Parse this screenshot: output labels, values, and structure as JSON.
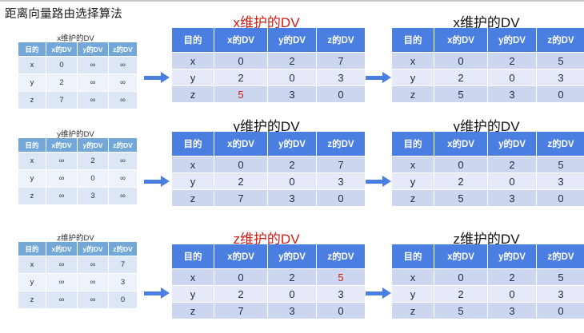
{
  "page": {
    "title": "距离向量路由选择算法"
  },
  "columns": [
    "目的",
    "x的DV",
    "y的DV",
    "z的DV"
  ],
  "row_labels": [
    "x",
    "y",
    "z"
  ],
  "colors": {
    "accent_blue": "#4a7ee0",
    "small_header_blue": "#72a7d8",
    "highlight_red": "#d31b12",
    "band_a_big": "#ccd6ef",
    "band_b_big": "#e6eaf8",
    "band_a_small": "#dce6f4",
    "band_b_small": "#eef3fb"
  },
  "icons": {
    "arrow": "right-arrow-icon",
    "infinity": "∞"
  },
  "rows": [
    {
      "id": "row-x",
      "initial": {
        "caption": "x维护的DV",
        "caption_color": "black",
        "cells": [
          [
            "x",
            "0",
            "∞",
            "∞"
          ],
          [
            "y",
            "2",
            "∞",
            "∞"
          ],
          [
            "z",
            "7",
            "∞",
            "∞"
          ]
        ]
      },
      "middle": {
        "caption": "x维护的DV",
        "caption_color": "red",
        "cells": [
          [
            "x",
            "0",
            "2",
            "7"
          ],
          [
            "y",
            "2",
            "0",
            "3"
          ],
          [
            "z",
            "5",
            "3",
            "0"
          ]
        ],
        "highlight": {
          "row": 2,
          "col": 1
        }
      },
      "final": {
        "caption": "x维护的DV",
        "caption_color": "black",
        "cells": [
          [
            "x",
            "0",
            "2",
            "5"
          ],
          [
            "y",
            "2",
            "0",
            "3"
          ],
          [
            "z",
            "5",
            "3",
            "0"
          ]
        ]
      }
    },
    {
      "id": "row-y",
      "initial": {
        "caption": "y维护的DV",
        "caption_color": "black",
        "cells": [
          [
            "x",
            "∞",
            "2",
            "∞"
          ],
          [
            "y",
            "∞",
            "0",
            "∞"
          ],
          [
            "z",
            "∞",
            "3",
            "∞"
          ]
        ]
      },
      "middle": {
        "caption": "y维护的DV",
        "caption_color": "black",
        "cells": [
          [
            "x",
            "0",
            "2",
            "7"
          ],
          [
            "y",
            "2",
            "0",
            "3"
          ],
          [
            "z",
            "7",
            "3",
            "0"
          ]
        ],
        "highlight": null
      },
      "final": {
        "caption": "y维护的DV",
        "caption_color": "black",
        "cells": [
          [
            "x",
            "0",
            "2",
            "5"
          ],
          [
            "y",
            "2",
            "0",
            "3"
          ],
          [
            "z",
            "5",
            "3",
            "0"
          ]
        ]
      }
    },
    {
      "id": "row-z",
      "initial": {
        "caption": "z维护的DV",
        "caption_color": "black",
        "cells": [
          [
            "x",
            "∞",
            "∞",
            "7"
          ],
          [
            "y",
            "∞",
            "∞",
            "3"
          ],
          [
            "z",
            "∞",
            "∞",
            "0"
          ]
        ]
      },
      "middle": {
        "caption": "z维护的DV",
        "caption_color": "red",
        "cells": [
          [
            "x",
            "0",
            "2",
            "5"
          ],
          [
            "y",
            "2",
            "0",
            "3"
          ],
          [
            "z",
            "7",
            "3",
            "0"
          ]
        ],
        "highlight": {
          "row": 0,
          "col": 3
        }
      },
      "final": {
        "caption": "z维护的DV",
        "caption_color": "black",
        "cells": [
          [
            "x",
            "0",
            "2",
            "5"
          ],
          [
            "y",
            "2",
            "0",
            "3"
          ],
          [
            "z",
            "5",
            "3",
            "0"
          ]
        ]
      }
    }
  ]
}
